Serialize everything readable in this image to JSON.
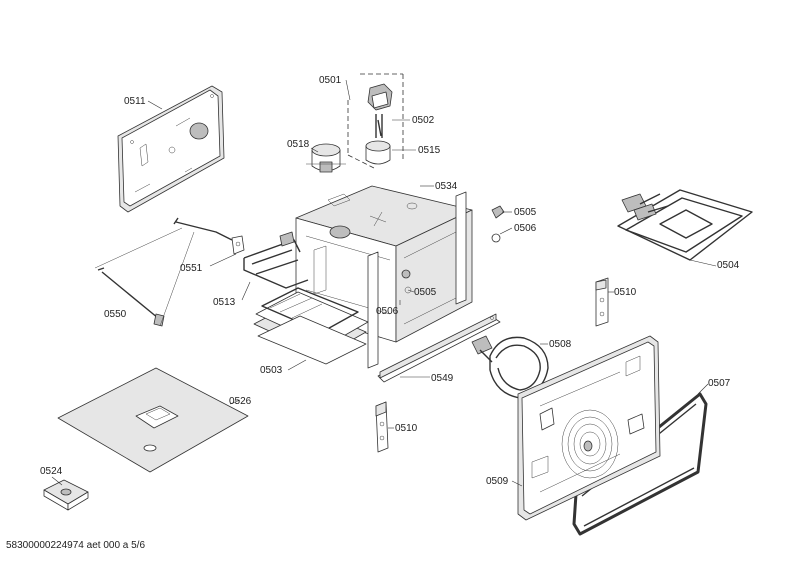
{
  "labels": {
    "l0501": "0501",
    "l0502": "0502",
    "l0503": "0503",
    "l0504": "0504",
    "l0505a": "0505",
    "l0505b": "0505",
    "l0506a": "0506",
    "l0506b": "0506",
    "l0507": "0507",
    "l0508": "0508",
    "l0509": "0509",
    "l0510a": "0510",
    "l0510b": "0510",
    "l0511": "0511",
    "l0513": "0513",
    "l0515": "0515",
    "l0518": "0518",
    "l0524": "0524",
    "l0526": "0526",
    "l0534": "0534",
    "l0549": "0549",
    "l0550": "0550",
    "l0551": "0551"
  },
  "footer": "58300000224974 aet 000 a 5/6"
}
